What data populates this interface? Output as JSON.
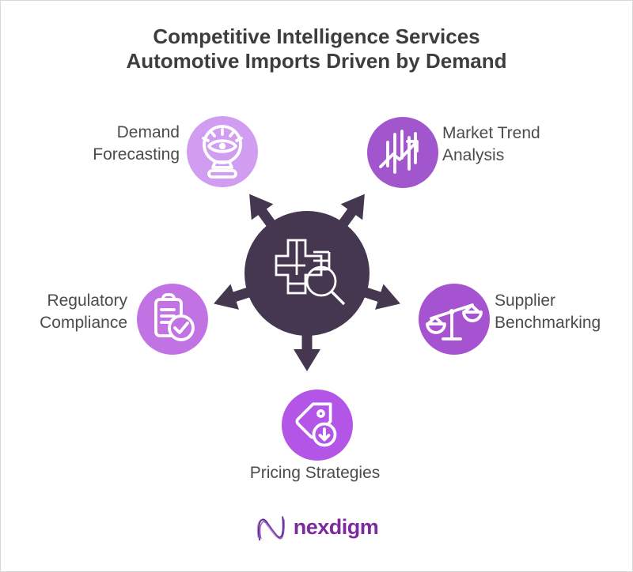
{
  "title": {
    "line1": "Competitive Intelligence Services",
    "line2": "Automotive Imports Driven by Demand"
  },
  "nodes": {
    "demand": {
      "label": "Demand Forecasting",
      "line1": "Demand",
      "line2": "Forecasting",
      "icon": "crystal-ball-icon",
      "color": "#d09df0"
    },
    "market": {
      "label": "Market Trend Analysis",
      "line1": "Market Trend",
      "line2": "Analysis",
      "icon": "trend-chart-icon",
      "color": "#a256cd"
    },
    "regulatory": {
      "label": "Regulatory Compliance",
      "line1": "Regulatory",
      "line2": "Compliance",
      "icon": "clipboard-check-icon",
      "color": "#c273e3"
    },
    "supplier": {
      "label": "Supplier Benchmarking",
      "line1": "Supplier",
      "line2": "Benchmarking",
      "icon": "balance-scale-icon",
      "color": "#a553d0"
    },
    "pricing": {
      "label": "Pricing Strategies",
      "icon": "price-tag-icon",
      "color": "#b355e6"
    }
  },
  "hub": {
    "icon": "analysis-magnifier-icon",
    "color": "#463751",
    "arrow_count": 5
  },
  "logo": {
    "text": "nexdigm",
    "color": "#7c2b9e"
  }
}
